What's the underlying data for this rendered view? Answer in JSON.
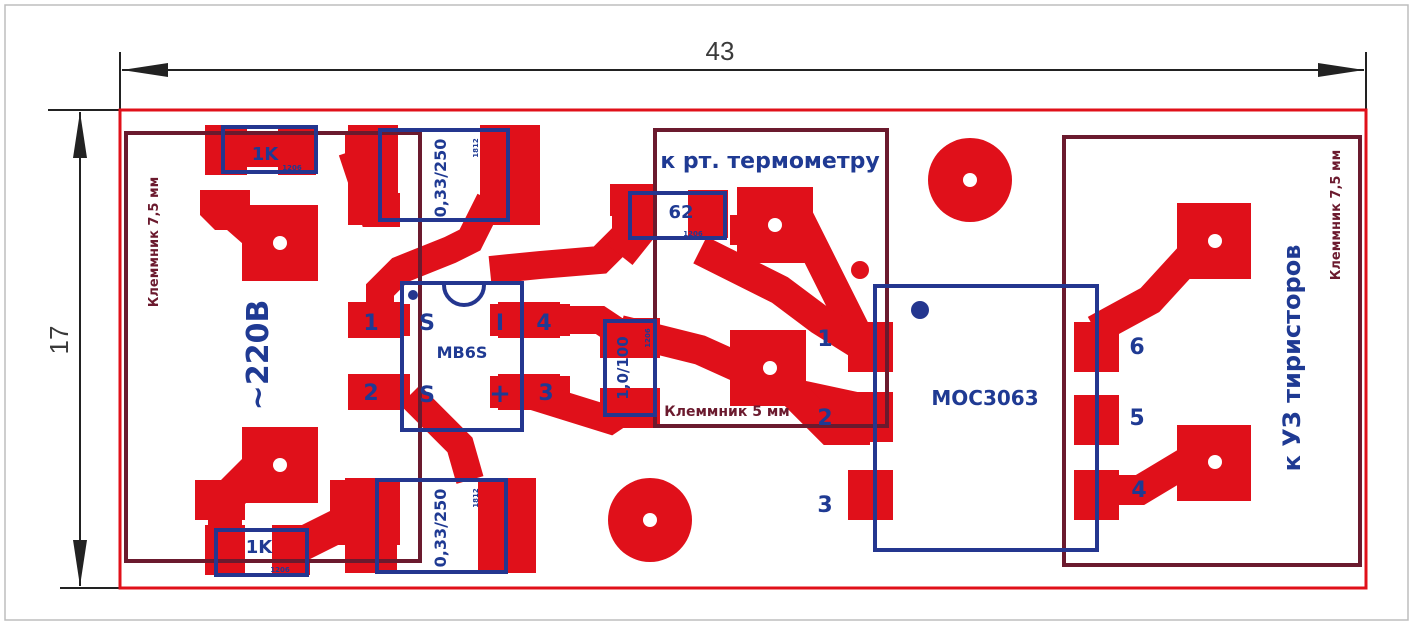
{
  "dimensions": {
    "width_label": "43",
    "height_label": "17"
  },
  "colors": {
    "copper": "#e0101a",
    "silkscreen": "#1f3a93",
    "connector_outline": "#6b1a2e",
    "dimension": "#222222"
  },
  "labels": {
    "terminal_left": "Клеммник 7,5 мм",
    "terminal_right": "Клеммник 7,5 мм",
    "terminal_mid": "Клеммник 5 мм",
    "mains": "~220В",
    "to_thermometer": "к рт. термометру",
    "to_thyristors": "к УЗ тиристоров"
  },
  "components": {
    "r1": {
      "value": "1K",
      "package": "1206"
    },
    "r2": {
      "value": "1K",
      "package": "1206"
    },
    "c1": {
      "value": "0,33/250",
      "package": "1812"
    },
    "c2": {
      "value": "0,33/250",
      "package": "1812"
    },
    "r3": {
      "value": "62",
      "package": "1206"
    },
    "c3": {
      "value": "1,0/100",
      "package": "1206"
    },
    "bridge": {
      "value": "MB6S"
    },
    "opto": {
      "value": "MOC3063"
    }
  },
  "pins": {
    "bridge": {
      "p1": "1",
      "p2": "2",
      "p3": "3",
      "p4": "4",
      "ac_top": "S",
      "ac_bottom": "S",
      "minus": "I",
      "plus": "+"
    },
    "opto": {
      "p1": "1",
      "p2": "2",
      "p3": "3",
      "p4": "4",
      "p5": "5",
      "p6": "6"
    }
  }
}
